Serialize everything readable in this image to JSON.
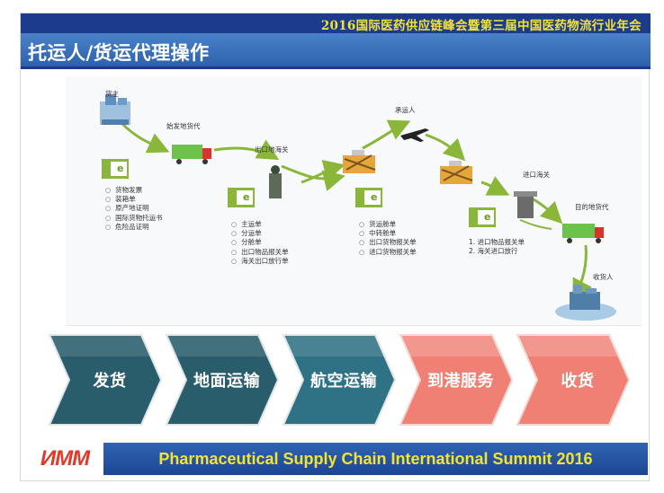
{
  "header": {
    "conference_title": "2016国际医药供应链峰会暨第三届中国医药物流行业年会",
    "slide_title": "托运人/货运代理操作"
  },
  "diagram": {
    "nodes": {
      "shipper": "货主",
      "origin_forwarder": "始发地货代",
      "export_customs": "出口地海关",
      "carrier": "承运人",
      "import_customs": "进口海关",
      "destination_forwarder": "目的地货代",
      "consignee": "收货人"
    },
    "e_badge": "e",
    "docs_origin": [
      "货物发票",
      "装箱单",
      "原产地证明",
      "国际货物托运书",
      "危险品证明"
    ],
    "docs_export": [
      "主运单",
      "分运单",
      "分舱单",
      "出口物品报关单",
      "海关出口放行单"
    ],
    "docs_carrier": [
      "货运舱单",
      "中转舱单",
      "出口货物报关单",
      "进口货物报关单"
    ],
    "docs_import": [
      "1. 进口物品报关单",
      "2. 海关进口放行"
    ]
  },
  "stages": [
    {
      "label": "发货",
      "color": "#2a5d6c"
    },
    {
      "label": "地面运输",
      "color": "#2a5d6c"
    },
    {
      "label": "航空运输",
      "color": "#2f7185"
    },
    {
      "label": "到港服务",
      "color": "#f08074"
    },
    {
      "label": "收货",
      "color": "#f08074"
    }
  ],
  "footer": {
    "text": "Pharmaceutical Supply Chain International Summit 2016"
  },
  "logo": {
    "text": "ИММ"
  },
  "colors": {
    "header_dark": "#1d3b8c",
    "header_band": "#3a72bd",
    "title_yellow": "#f3e332",
    "flow_green": "#8ab73a",
    "truck_green": "#6cc24a",
    "truck_red": "#d8342c"
  }
}
